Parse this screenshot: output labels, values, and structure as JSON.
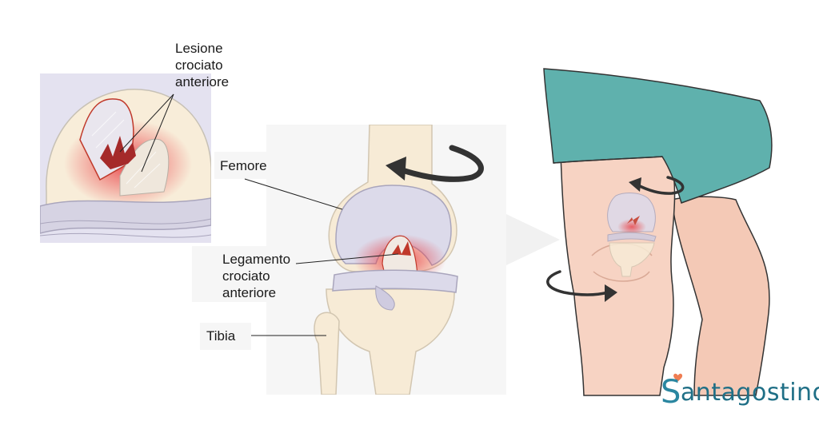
{
  "labels": {
    "acl_tear": [
      "Lesione",
      "crociato",
      "anteriore"
    ],
    "femur": "Femore",
    "acl": [
      "Legamento",
      "crociato",
      "anteriore"
    ],
    "tibia": "Tibia"
  },
  "brand": {
    "initial": "S",
    "rest": "antagostino"
  },
  "colors": {
    "bone": "#f7ebd6",
    "cartilage": "#dcdaea",
    "skin": "#f7d3c3",
    "shorts": "#5fb1ad",
    "tear": "#e23a3a",
    "brand": "#1f6f86",
    "heart": "#ef7d52"
  }
}
